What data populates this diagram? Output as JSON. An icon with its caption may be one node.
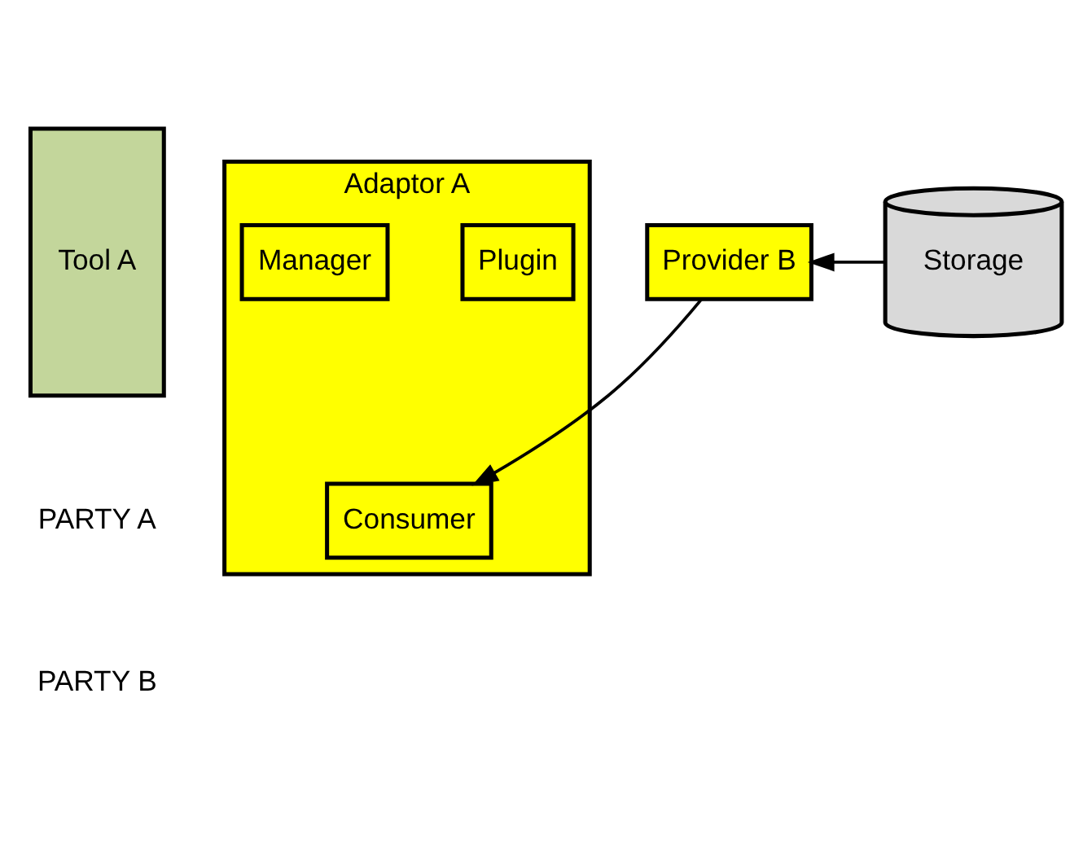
{
  "diagram": {
    "nodes": [
      {
        "text": [
          "Tool A"
        ]
      },
      {
        "text": [
          "Adaptor A"
        ]
      },
      {
        "text": [
          "Plugin"
        ],
        "in": 1
      },
      {
        "text": [
          "Manager"
        ],
        "in": 1
      },
      {
        "text": [
          "Consumer"
        ],
        "in": 1
      },
      {
        "text": [
          "Provider B"
        ]
      },
      {
        "text": [
          "Storage"
        ]
      }
    ],
    "edges": [
      {
        "from": 5,
        "to": 4,
        "arrow": "to"
      },
      {
        "from": 6,
        "to": 5,
        "arrow": "to"
      }
    ],
    "labels": [
      "PARTY A",
      "PARTY B"
    ]
  }
}
